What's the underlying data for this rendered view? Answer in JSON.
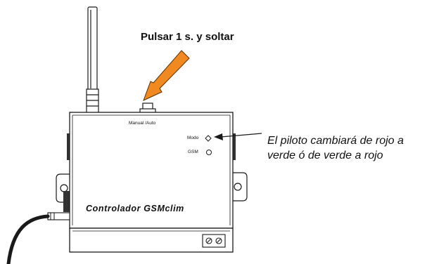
{
  "instruction_label": "Pulsar 1 s. y soltar",
  "callout": {
    "line1": "El piloto cambiará de rojo a",
    "line2": "verde ó de verde a rojo"
  },
  "device": {
    "button_label": "Manual /Auto",
    "led_modo_label": "Modo",
    "led_gsm_label": "GSM",
    "name": "Controlador GSMclim"
  },
  "colors": {
    "arrow_fill": "#f08a20",
    "arrow_stroke": "#5a3000",
    "outline": "#1a1a1a",
    "cable": "#1a1a1a"
  }
}
